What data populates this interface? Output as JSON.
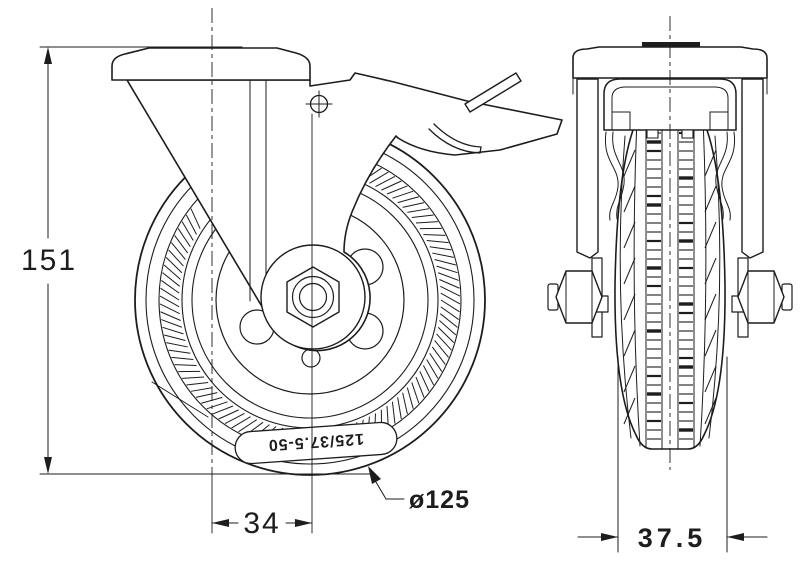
{
  "page": {
    "background": "#ffffff",
    "ink": "#1d1d1d"
  },
  "views": {
    "front": {
      "dimensions": {
        "height": "151",
        "hub_offset": "34",
        "wheel_diameter": "ø125"
      },
      "tire_marking": "125/37.5-50"
    },
    "side": {
      "dimensions": {
        "tread_width": "37.5"
      }
    }
  }
}
